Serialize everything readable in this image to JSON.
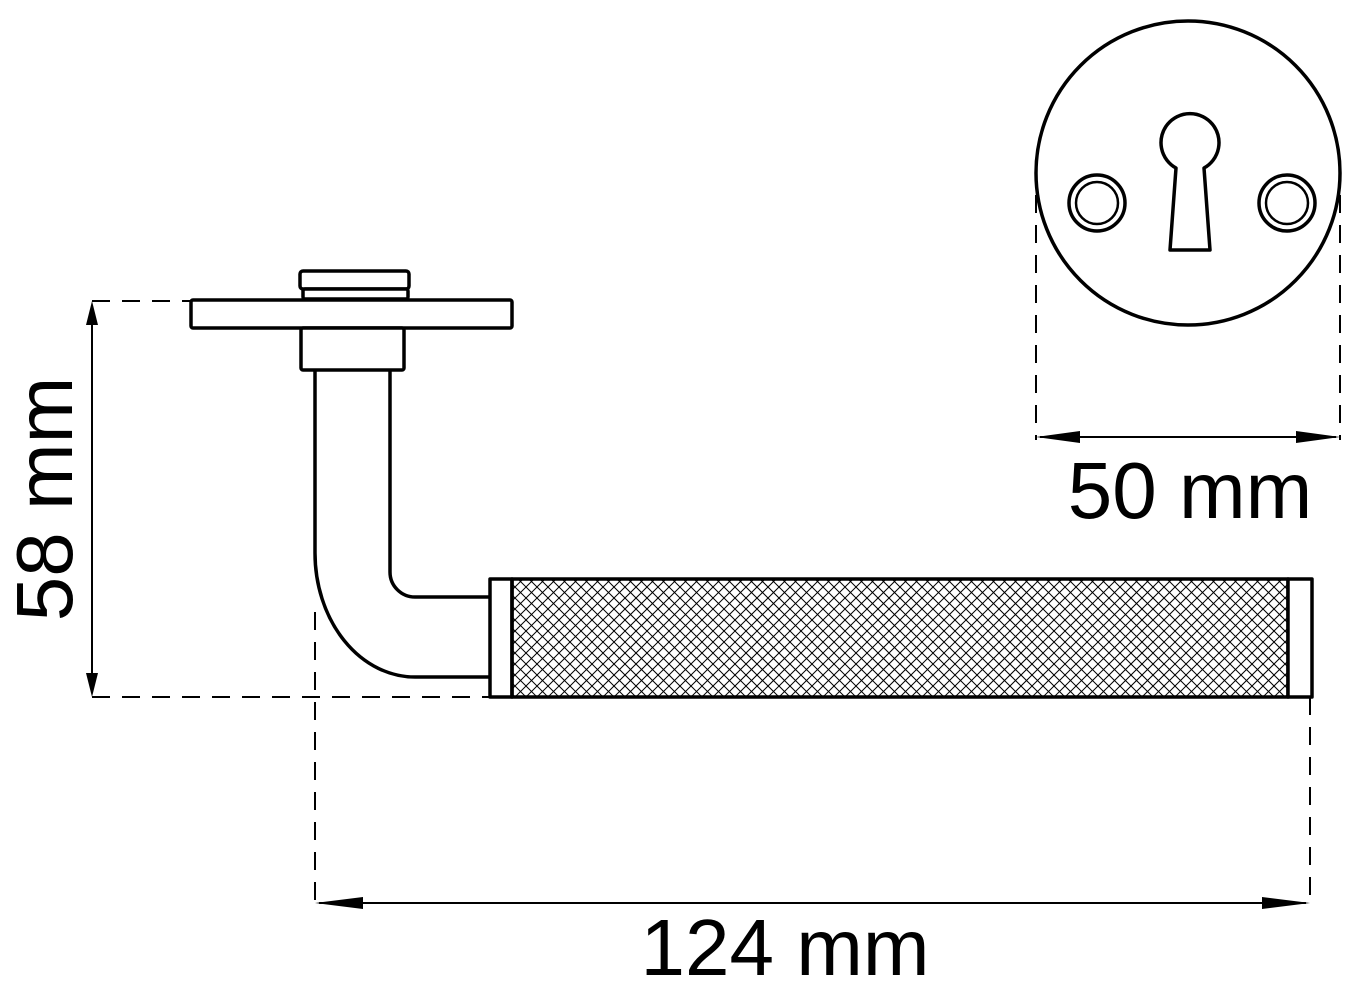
{
  "dimensions": {
    "height_label": "58 mm",
    "length_label": "124 mm",
    "rose_diameter_label": "50 mm"
  },
  "colors": {
    "line": "#000000",
    "background": "#ffffff"
  }
}
